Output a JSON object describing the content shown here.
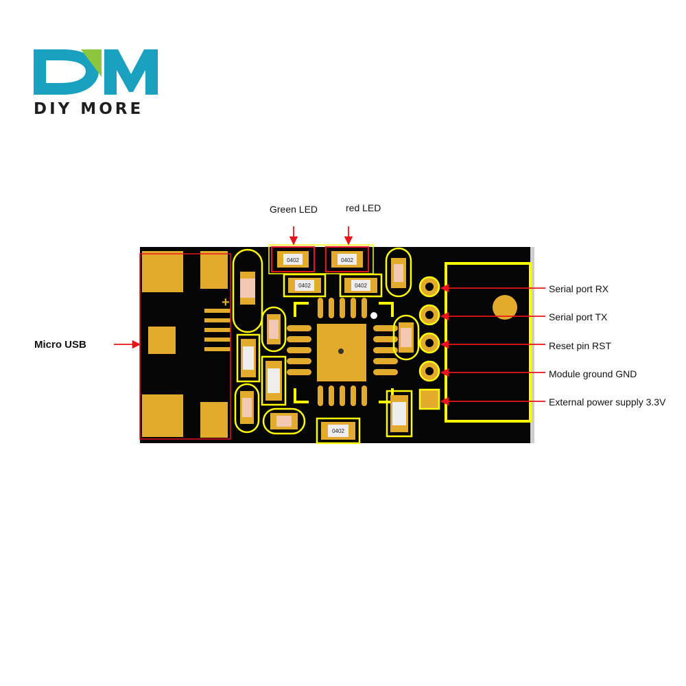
{
  "logo": {
    "name": "DIY MORE",
    "colors": {
      "teal": "#1aa1bf",
      "green": "#8cc63f",
      "text": "#1f1f1f"
    }
  },
  "board": {
    "pcb_color": "#050505",
    "pad_color": "#e3ab2c",
    "outline_color": "#ffff00",
    "led_outline_color": "#e8141a",
    "component_code": "0402",
    "polarity_mark": "+"
  },
  "labels": {
    "green_led": "Green LED",
    "red_led": "red LED",
    "micro_usb": "Micro USB",
    "serial_rx": "Serial port RX",
    "serial_tx": "Serial port TX",
    "reset": "Reset pin RST",
    "gnd": "Module ground GND",
    "power": "External power supply 3.3V"
  },
  "arrow_color": "#e8141a"
}
